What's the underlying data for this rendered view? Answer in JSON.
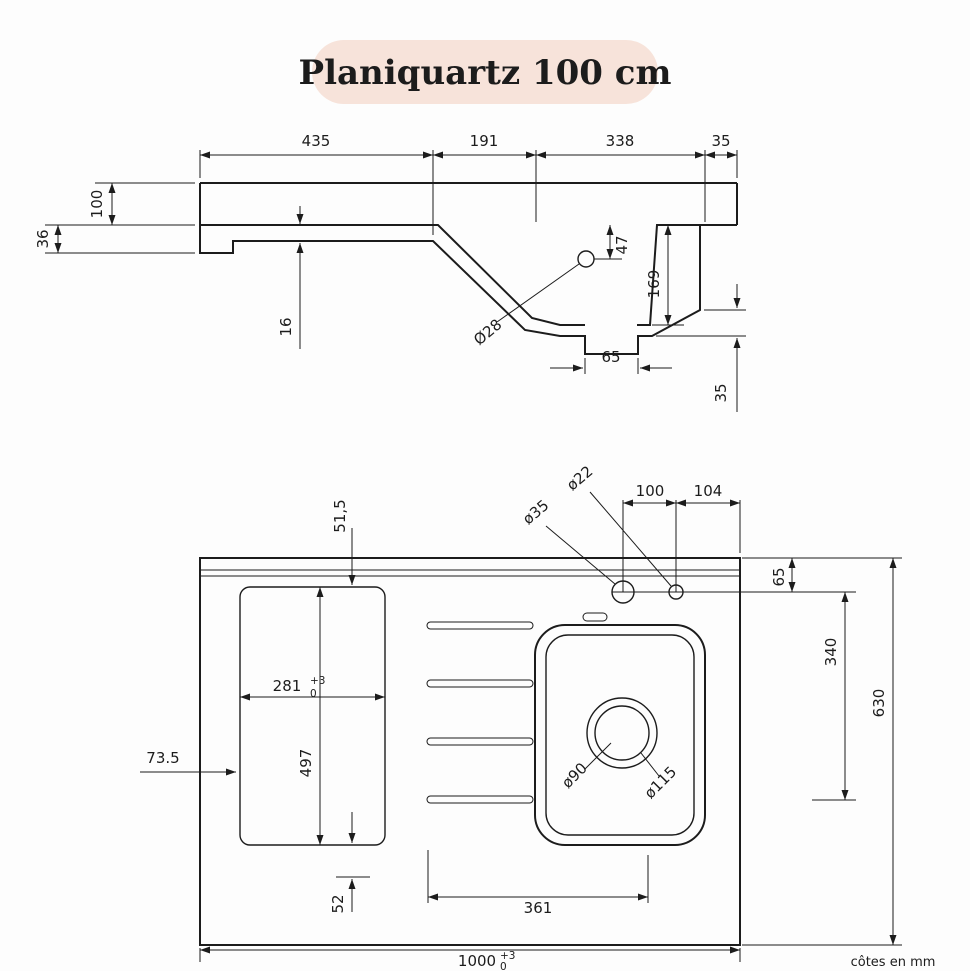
{
  "title": "Planiquartz 100 cm",
  "note": "côtes en mm",
  "colors": {
    "title_text": "#a03a28",
    "title_bg": "#f7e3da",
    "line": "#1c1c1c"
  },
  "section": {
    "w_drainer": "435",
    "w_mid": "191",
    "w_bowl": "338",
    "w_edge": "35",
    "h_front": "100",
    "h_apron": "36",
    "t_drainer": "16",
    "overflow_dia": "Ø28",
    "overflow_depth": "47",
    "bowl_depth": "169",
    "drain_w": "65",
    "step": "35"
  },
  "plan": {
    "hole_small": "ø22",
    "hole_large": "ø35",
    "hole_gap": "100",
    "hole_edge": "104",
    "hole_y": "65",
    "bowl_len": "340",
    "depth": "630",
    "cutout_w": "281",
    "cutout_w_sup": "+3",
    "cutout_w_sub": "0",
    "cutout_h": "497",
    "cutout_x": "73.5",
    "cutout_top": "51,5",
    "cutout_bottom": "52",
    "drain_inner": "ø90",
    "drain_outer": "ø115",
    "bowl_w": "361",
    "total_w": "1000",
    "total_w_sup": "+3",
    "total_w_sub": "0"
  }
}
